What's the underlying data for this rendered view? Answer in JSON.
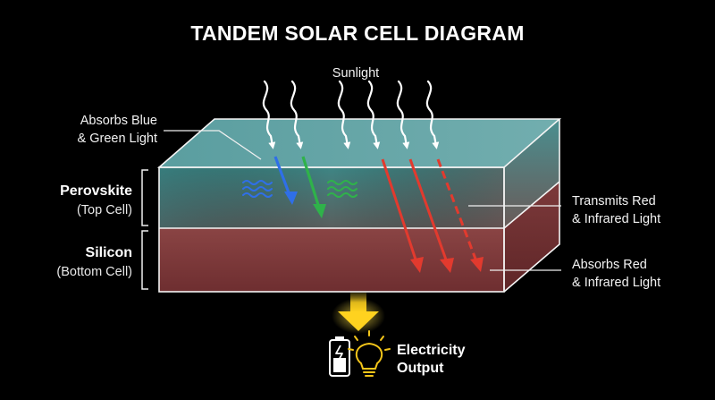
{
  "title": "TANDEM SOLAR CELL DIAGRAM",
  "sunlight_label": "Sunlight",
  "callouts": {
    "absorbs_blue": [
      "Absorbs Blue",
      "& Green Light"
    ],
    "transmits_red": [
      "Transmits Red",
      "& Infrared Light"
    ],
    "absorbs_red": [
      "Absorbs Red",
      "& Infrared Light"
    ]
  },
  "layers": {
    "top": {
      "name": "Perovskite",
      "sub": "(Top Cell)"
    },
    "bottom": {
      "name": "Silicon",
      "sub": "(Bottom Cell)"
    }
  },
  "output": [
    "Electricity",
    "Output"
  ],
  "colors": {
    "blue_ray": "#2f6fe8",
    "green_ray": "#2fb24a",
    "red_ray": "#e23a2e",
    "output_arrow": "#f3c51a"
  },
  "icons": [
    "sun-ray-icon",
    "battery-icon",
    "light-bulb-icon",
    "wave-icon"
  ]
}
